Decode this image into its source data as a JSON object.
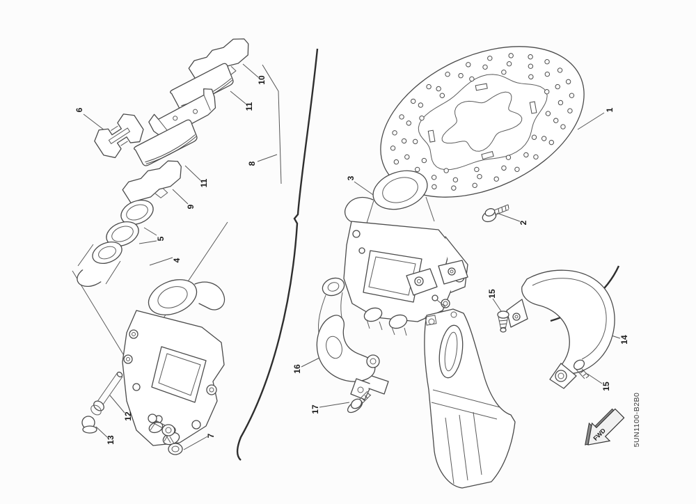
{
  "diagram": {
    "code_label": "5UN1100-B2B0",
    "fwd_label": "FWD",
    "part_labels": {
      "p1": "1",
      "p2": "2",
      "p3": "3",
      "p4": "4",
      "p5": "5",
      "p6": "6",
      "p7": "7",
      "p8": "8",
      "p9": "9",
      "p10": "10",
      "p11a": "11",
      "p11b": "11",
      "p12": "12",
      "p13": "13",
      "p14": "14",
      "p15a": "15",
      "p15b": "15",
      "p16": "16",
      "p17": "17"
    }
  }
}
